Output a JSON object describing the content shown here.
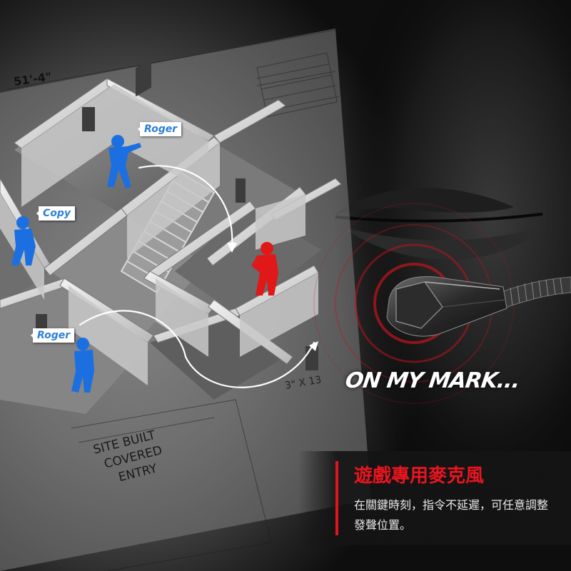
{
  "labels": {
    "roger_top": "Roger",
    "copy": "Copy",
    "roger_bottom": "Roger"
  },
  "blueprint_text": {
    "dimension": "51'-4\"",
    "note_line1": "SITE BUILT",
    "note_line2": "COVERED",
    "note_line3": "ENTRY",
    "dimension2": "3\" X 13"
  },
  "headline": "ON MY MARK...",
  "feature": {
    "title": "遊戲專用麥克風",
    "description": "在關鍵時刻，指令不延遲，可任意調整發聲位置。"
  },
  "colors": {
    "accent_red": "#e8151f",
    "team_blue": "#1c6fe0",
    "enemy_red": "#e01818"
  }
}
